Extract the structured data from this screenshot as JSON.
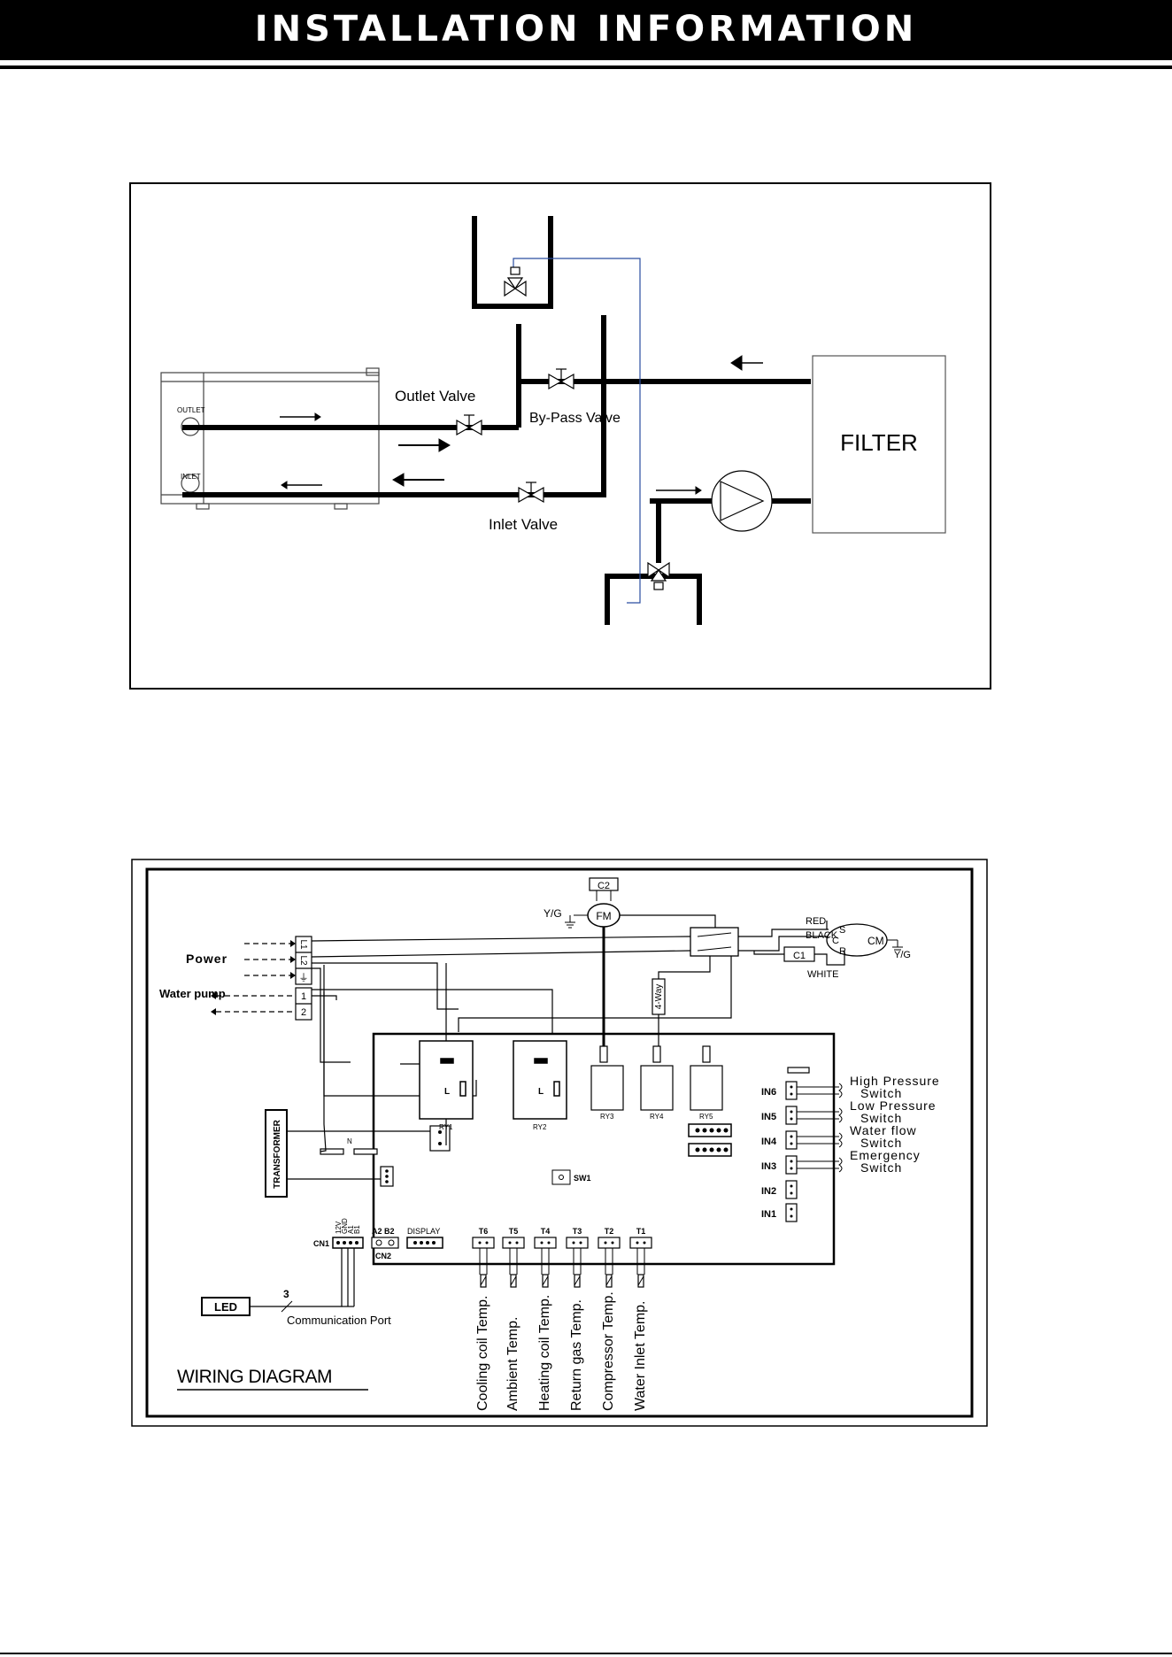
{
  "header": {
    "title": "INSTALLATION INFORMATION"
  },
  "plumbing": {
    "unit_outlet": "OUTLET",
    "unit_inlet": "INLET",
    "outlet_valve": "Outlet Valve",
    "bypass_valve": "By-Pass Valve",
    "inlet_valve": "Inlet Valve",
    "filter": "FILTER"
  },
  "wiring": {
    "title": "WIRING DIAGRAM",
    "power": "Power",
    "water_pump": "Water pump",
    "terminals_power": [
      "L1",
      "L2",
      "⏚"
    ],
    "terminals_pump": [
      "1",
      "2"
    ],
    "c2": "C2",
    "yg": "Y/G",
    "fm": "FM",
    "c1": "C1",
    "cm": "CM",
    "cm_yg": "Y/G",
    "scr": [
      "S",
      "C",
      "R"
    ],
    "red": "RED",
    "black": "BLACK",
    "white": "WHITE",
    "four_way": "4-Way",
    "relays": [
      "RY1",
      "RY2",
      "RY3",
      "RY4",
      "RY5"
    ],
    "relay_l": "L",
    "n_label": "N",
    "transformer": "TRANSFORMER",
    "inputs": [
      "IN6",
      "IN5",
      "IN4",
      "IN3",
      "IN2",
      "IN1"
    ],
    "switches": [
      {
        "line1": "High Pressure",
        "line2": "Switch"
      },
      {
        "line1": "Low  Pressure",
        "line2": "Switch"
      },
      {
        "line1": "Water flow",
        "line2": "Switch"
      },
      {
        "line1": "Emergency",
        "line2": "Switch"
      }
    ],
    "sw1": "SW1",
    "cn1": "CN1",
    "cn1_pins": [
      "12V",
      "GND",
      "A1",
      "B1"
    ],
    "cn2": "CN2",
    "a2b2": "A2 B2",
    "display": "DISPLAY",
    "sensor_ports": [
      "T6",
      "T5",
      "T4",
      "T3",
      "T2",
      "T1"
    ],
    "sensors": [
      "Cooling coil Temp.",
      "Ambient Temp.",
      "Heating coil Temp.",
      "Return gas Temp.",
      "Compressor Temp.",
      "Water Inlet Temp."
    ],
    "led": "LED",
    "wire_count": "3",
    "comm_port": "Communication Port"
  }
}
